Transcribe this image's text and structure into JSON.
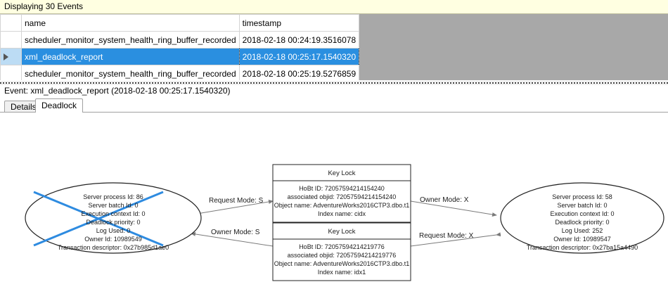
{
  "banner": {
    "text": "Displaying 30 Events"
  },
  "grid": {
    "columns": [
      "",
      "name",
      "timestamp"
    ],
    "rows": [
      {
        "selected": false,
        "indicator": "",
        "name": "scheduler_monitor_system_health_ring_buffer_recorded",
        "timestamp": "2018-02-18 00:24:19.3516078"
      },
      {
        "selected": true,
        "indicator": "row-selector-arrow",
        "name": "xml_deadlock_report",
        "timestamp": "2018-02-18 00:25:17.1540320"
      },
      {
        "selected": false,
        "indicator": "",
        "name": "scheduler_monitor_system_health_ring_buffer_recorded",
        "timestamp": "2018-02-18 00:25:19.5276859"
      }
    ],
    "selection_color": "#2a8fe0",
    "filler_color": "#a8a8a8"
  },
  "event_caption": "Event: xml_deadlock_report (2018-02-18 00:25:17.1540320)",
  "tabs": [
    {
      "label": "Details",
      "active": false
    },
    {
      "label": "Deadlock",
      "active": true
    }
  ],
  "deadlock_graph": {
    "victim_marker_color": "#2e8be0",
    "processes": [
      {
        "id": "process-left",
        "victim": true,
        "lines": [
          "Server process Id: 86",
          "Server batch Id: 0",
          "Execution context Id: 0",
          "Deadlock priority: 0",
          "Log Used: 0",
          "Owner Id: 10989549",
          "Transaction descriptor: 0x27b985d1ae0"
        ]
      },
      {
        "id": "process-right",
        "victim": false,
        "lines": [
          "Server process Id: 58",
          "Server batch Id: 0",
          "Execution context Id: 0",
          "Deadlock priority: 0",
          "Log Used: 252",
          "Owner Id: 10989547",
          "Transaction descriptor: 0x27ba15a4490"
        ]
      }
    ],
    "resources": [
      {
        "id": "keylock-top",
        "title": "Key Lock",
        "lines": [
          "HoBt ID: 72057594214154240",
          "associated objid: 72057594214154240",
          "Object name: AdventureWorks2016CTP3.dbo.t1",
          "Index name: cidx"
        ]
      },
      {
        "id": "keylock-bottom",
        "title": "Key Lock",
        "lines": [
          "HoBt ID: 72057594214219776",
          "associated objid: 72057594214219776",
          "Object name: AdventureWorks2016CTP3.dbo.t1",
          "Index name: idx1"
        ]
      }
    ],
    "edges": [
      {
        "id": "edge-left-request-top",
        "label": "Request Mode: S"
      },
      {
        "id": "edge-top-owner-right",
        "label": "Owner Mode: X"
      },
      {
        "id": "edge-bottom-owner-left",
        "label": "Owner Mode: S"
      },
      {
        "id": "edge-right-request-bottom",
        "label": "Request Mode: X"
      }
    ]
  }
}
